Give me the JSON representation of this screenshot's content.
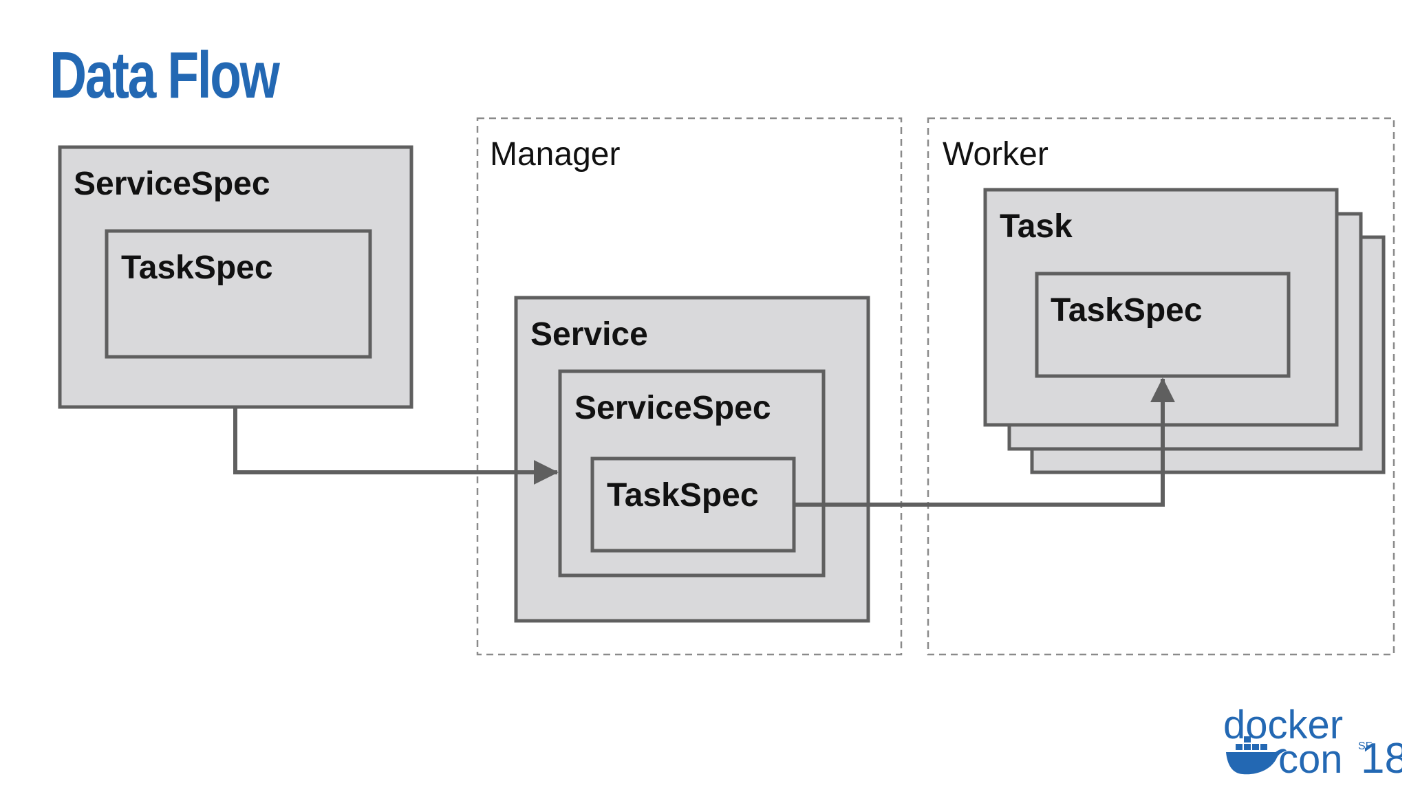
{
  "title": "Data Flow",
  "zones": {
    "manager": "Manager",
    "worker": "Worker"
  },
  "client": {
    "service_spec": "ServiceSpec",
    "task_spec": "TaskSpec"
  },
  "manager": {
    "service": "Service",
    "service_spec": "ServiceSpec",
    "task_spec": "TaskSpec"
  },
  "worker": {
    "task": "Task",
    "task_spec": "TaskSpec"
  },
  "logo": {
    "line1": "docker",
    "line2": "con",
    "city": "SF",
    "year": "18"
  },
  "colors": {
    "title": "#2368b3",
    "box_fill": "#d9d9db",
    "box_stroke": "#5f5f5f",
    "zone_stroke": "#8a8a8a",
    "logo": "#2368b3"
  }
}
